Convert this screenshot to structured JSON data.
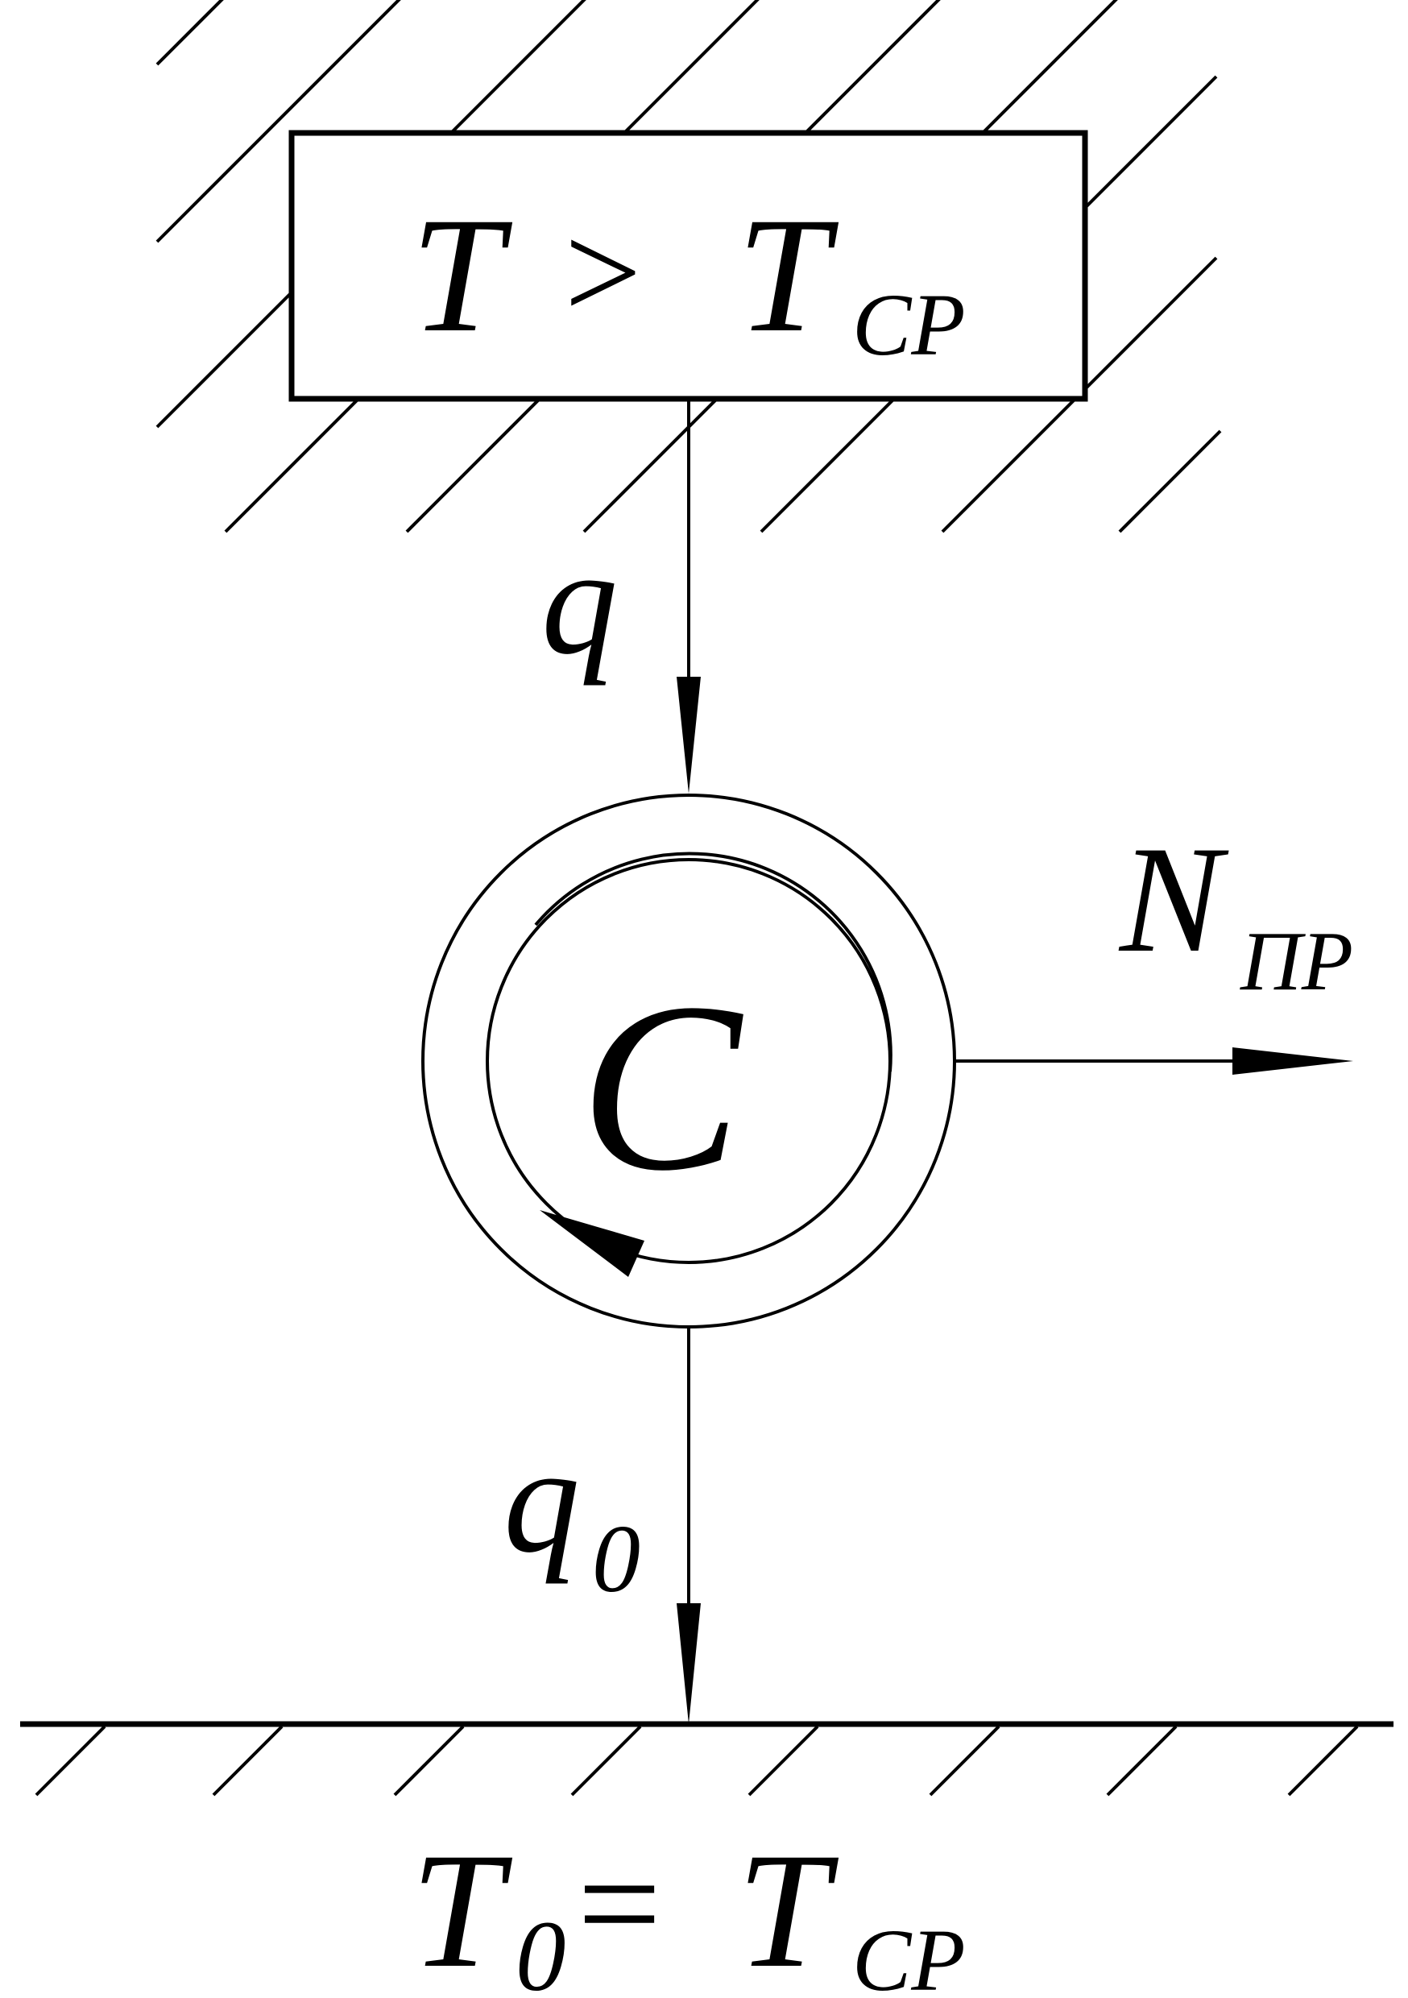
{
  "hot_source": {
    "main": "T",
    "relation": ">",
    "rhs": "T",
    "rhs_subscript": "СР"
  },
  "heat_in": {
    "main": "q"
  },
  "engine": {
    "label": "C"
  },
  "work_out": {
    "main": "N",
    "subscript": "ПР"
  },
  "heat_out": {
    "main": "q",
    "subscript": "0"
  },
  "cold_sink": {
    "main": "T",
    "subscript": "0",
    "relation": "=",
    "rhs": "T",
    "rhs_subscript": "СР"
  },
  "colors": {
    "ink": "#000000",
    "background": "#ffffff"
  }
}
